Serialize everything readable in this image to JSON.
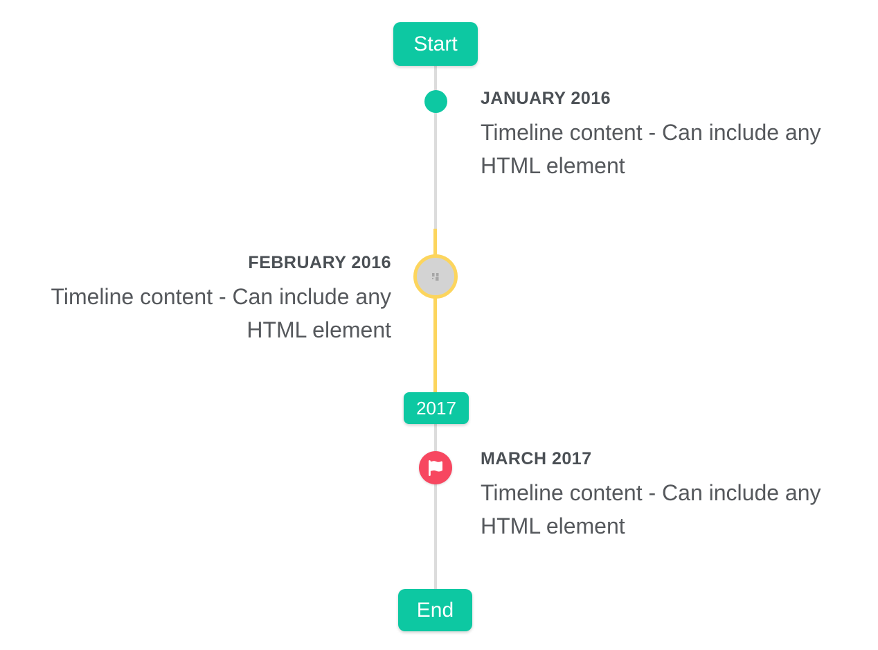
{
  "timeline": {
    "start_badge": "Start",
    "year_badge": "2017",
    "end_badge": "End",
    "entries": [
      {
        "date_label": "JANUARY 2016",
        "content": "Timeline content - Can include any HTML element",
        "side": "right",
        "marker": "teal-dot"
      },
      {
        "date_label": "FEBRUARY 2016",
        "content": "Timeline content - Can include any HTML element",
        "side": "left",
        "marker": "image-placeholder-circle"
      },
      {
        "date_label": "MARCH 2017",
        "content": "Timeline content - Can include any HTML element",
        "side": "right",
        "marker": "flag-badge"
      }
    ],
    "icons": {
      "flag": "flag-icon",
      "image_placeholder": "broken-image-icon"
    },
    "colors": {
      "accent_teal": "#0dc8a2",
      "accent_yellow": "#fcd55d",
      "accent_red": "#f74760",
      "line_gray": "#dcdcdc",
      "placeholder_gray": "#d3d3d3",
      "date_label_color": "#4b5055",
      "content_text_color": "#55585c",
      "badge_text_color": "#ffffff"
    }
  }
}
